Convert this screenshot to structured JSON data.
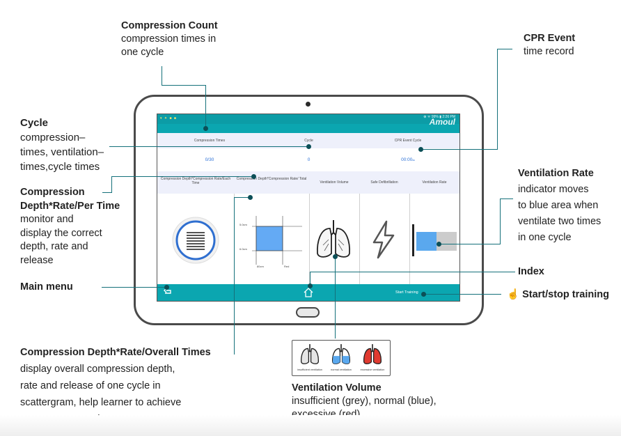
{
  "annotations": {
    "compression_count": {
      "title": "Compression Count",
      "lines": [
        "compression times in",
        "one cycle"
      ]
    },
    "cpr_event": {
      "title": "CPR Event",
      "lines": [
        "time record"
      ]
    },
    "cycle": {
      "title": "Cycle",
      "lines": [
        "compression–",
        "times, ventilation–",
        "times,cycle times"
      ]
    },
    "depth_rate_per_time": {
      "title_lines": [
        "Compression",
        "Depth*Rate/Per Time"
      ],
      "lines": [
        "monitor and",
        "display the correct",
        "depth, rate and",
        "release"
      ]
    },
    "ventilation_rate": {
      "title": "Ventilation Rate",
      "lines": [
        "indicator moves",
        "to blue area when",
        "ventilate two times",
        "in one cycle"
      ]
    },
    "main_menu": {
      "title": "Main menu"
    },
    "index": {
      "title": "Index"
    },
    "start_stop": {
      "title": "Start/stop training"
    },
    "depth_rate_overall": {
      "title": "Compression Depth*Rate/Overall Times",
      "lines": [
        "display overall compression depth,",
        "rate and release of one cycle in",
        "scattergram, help learner to achieve",
        "correct compressions"
      ]
    },
    "ventilation_volume": {
      "title": "Ventilation Volume",
      "lines": [
        "insufficient (grey), normal (blue),",
        "excessive (red)"
      ]
    }
  },
  "app": {
    "brand": "Amoul",
    "status_time": "⊕ ᯤ 99% ▮ 2:26 PM",
    "status_icons": "▾ ✦ ■ ■",
    "header": {
      "compression_times": "Compression Times",
      "cycle": "Cycle",
      "cpr_event_cycle": "CPR Event Cycle"
    },
    "values": {
      "compression_times": "0/30",
      "cycle": "0",
      "cpr_event_time": "00:00",
      "cpr_event_unit": "ss"
    },
    "columns": {
      "depth_each": "Compression Depth*Compression Rate/Each Time",
      "depth_total": "Compression Depth*Compression Rate/ Total",
      "ventilation_volume": "Ventilation Volume",
      "safe_defibrillation": "Safe Defibrillation",
      "ventilation_rate": "Ventilation Rate"
    },
    "scatter_labels": {
      "top": "5.0cm",
      "bottom": "6.0cm",
      "x_left": "80cm",
      "x_right": "Red"
    },
    "start_training": "Start Training",
    "ventilation_rate_fill": 0.5
  },
  "legend": {
    "insufficient": "insufficient ventilation",
    "normal": "normal ventilation",
    "excessive": "excessive ventilation"
  },
  "colors": {
    "teal": "#0ba6b0",
    "line": "#14707a",
    "blue": "#5aa8ee",
    "grey": "#cccccc",
    "red": "#e03a30"
  }
}
